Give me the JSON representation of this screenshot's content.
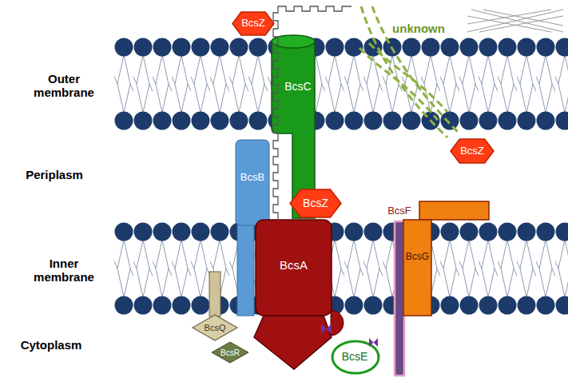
{
  "diagram": {
    "nodes": [
      {
        "text": [
          "BcsZ"
        ]
      },
      {
        "text": [
          "BcsC"
        ]
      },
      {
        "text": [
          "BcsZ"
        ]
      },
      {
        "text": [
          "BcsB"
        ]
      },
      {
        "text": [
          "BcsZ"
        ]
      },
      {
        "text": [
          "BcsF"
        ]
      },
      {
        "text": [
          "BcsG"
        ]
      },
      {
        "text": [
          "BcsA"
        ]
      },
      {
        "text": [
          "BcsQ"
        ]
      },
      {
        "text": [
          "BcsR"
        ]
      },
      {
        "text": [
          "BcsE"
        ]
      }
    ],
    "labels": [
      "unknown",
      "Outer membrane",
      "Periplasm",
      "Inner membrane",
      "Cytoplasm"
    ]
  }
}
